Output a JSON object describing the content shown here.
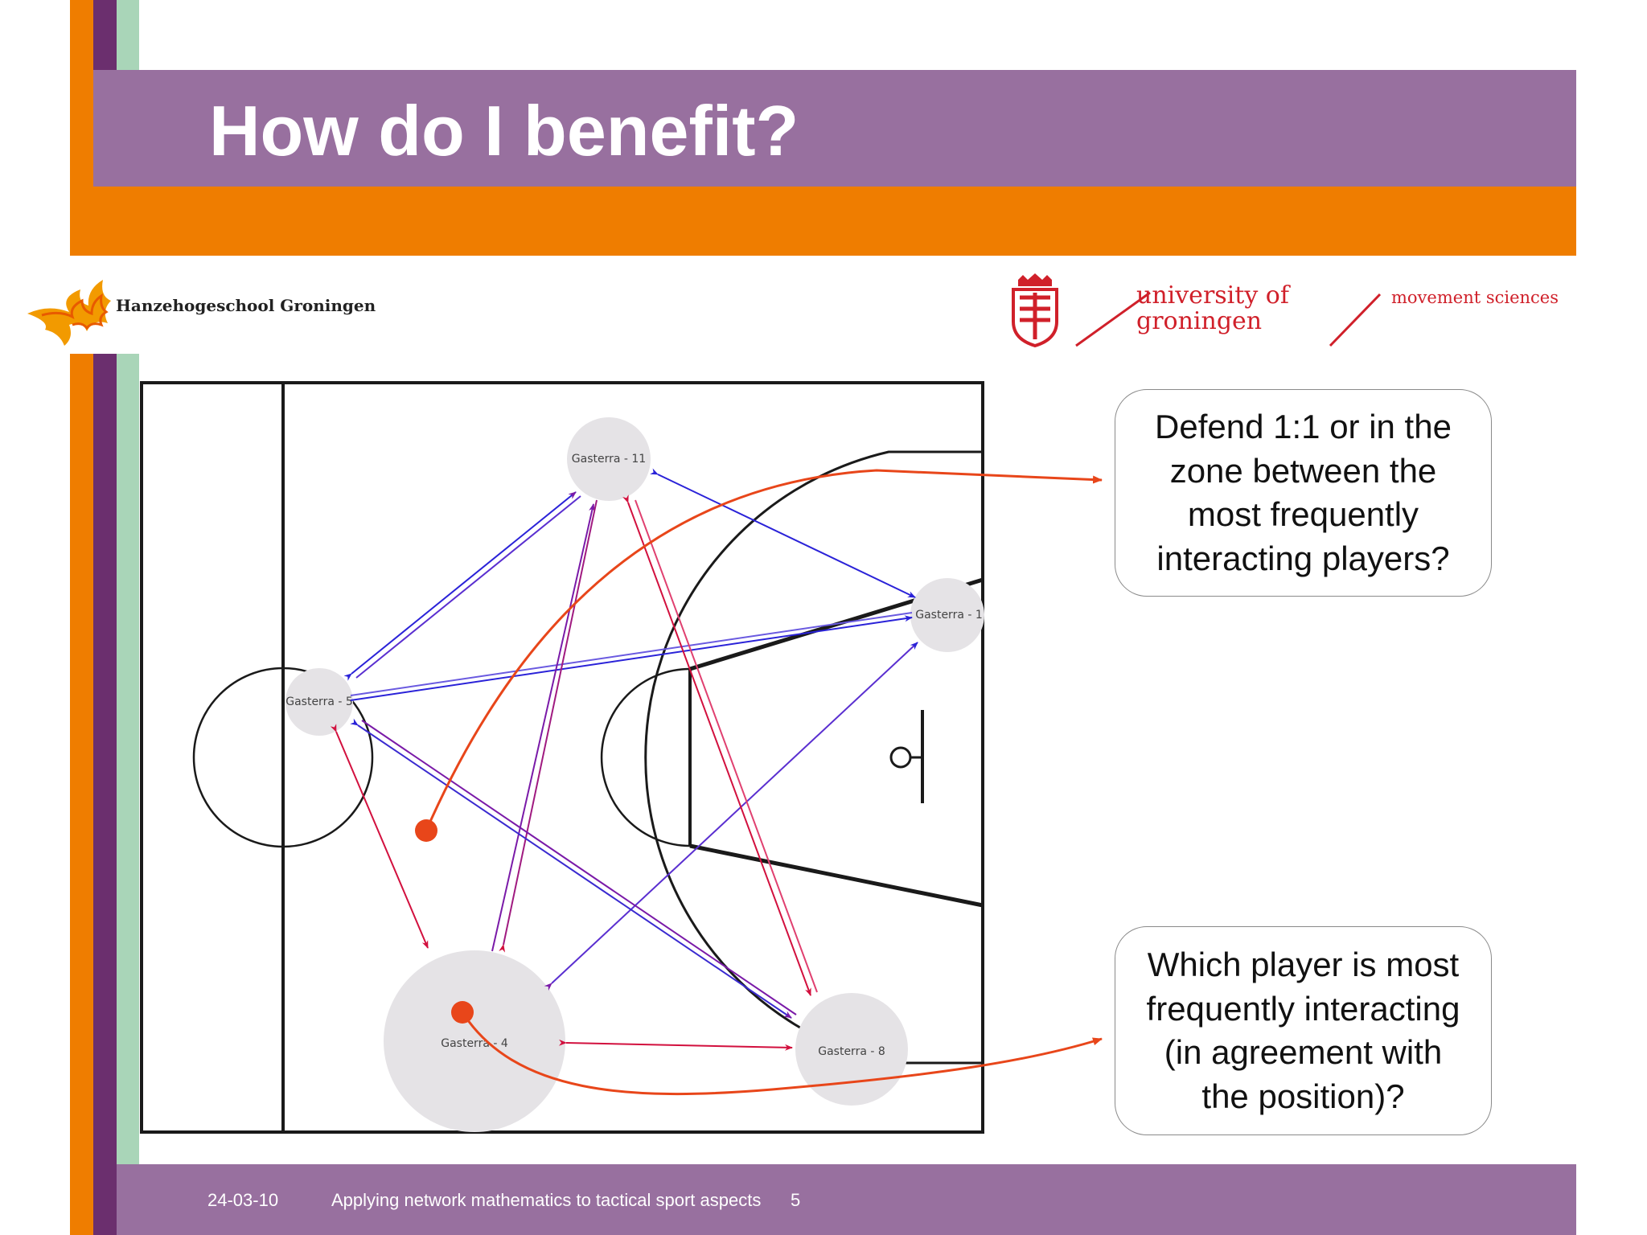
{
  "slide": {
    "title": "How do I benefit?",
    "footer": {
      "date": "24-03-10",
      "title": "Applying network mathematics to tactical sport aspects",
      "page": "5"
    },
    "colors": {
      "purple": "#98709f",
      "dark_purple": "#6b2f6e",
      "orange": "#ef7d00",
      "green": "#a9d5b8",
      "callout_arrow": "#e8461a"
    }
  },
  "logos": {
    "hanze": "Hanzehogeschool Groningen",
    "rug_line1": "university of",
    "rug_line2": "groningen",
    "movement": "movement sciences"
  },
  "court": {
    "nodes": [
      {
        "id": "n11",
        "label": "Gasterra - 11"
      },
      {
        "id": "n1",
        "label": "Gasterra - 1"
      },
      {
        "id": "n5",
        "label": "Gasterra - 5"
      },
      {
        "id": "n4",
        "label": "Gasterra - 4"
      },
      {
        "id": "n8",
        "label": "Gasterra - 8"
      }
    ]
  },
  "callouts": {
    "top": {
      "line1": "Defend 1:1 or in the",
      "line2": "zone between the",
      "line3": "most frequently",
      "line4": "interacting players?"
    },
    "bottom": {
      "line1": "Which player is most",
      "line2": "frequently interacting",
      "line3": "(in agreement with",
      "line4": "the position)?"
    }
  }
}
